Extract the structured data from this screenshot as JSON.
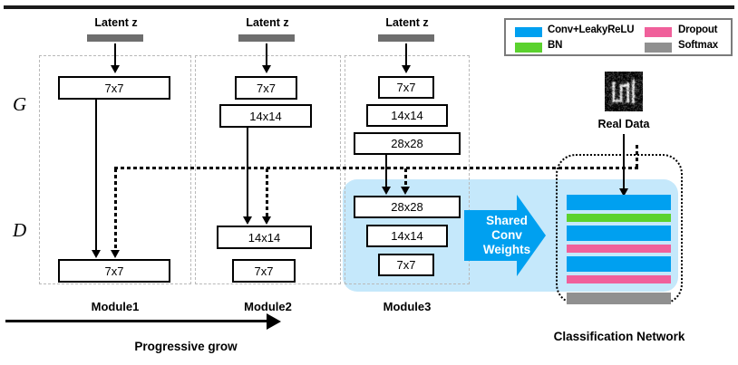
{
  "figure": {
    "title_rule": true
  },
  "legend": {
    "items": [
      {
        "label": "Conv+LeakyReLU",
        "color": "#00a0f0"
      },
      {
        "label": "Dropout",
        "color": "#f0609b"
      },
      {
        "label": "BN",
        "color": "#5bd22e"
      },
      {
        "label": "Softmax",
        "color": "#909090"
      }
    ]
  },
  "row_labels": {
    "generator": "G",
    "discriminator": "D"
  },
  "latent": {
    "label": "Latent z"
  },
  "modules": [
    {
      "name": "Module1",
      "generator_boxes": [
        "7x7"
      ],
      "discriminator_boxes": [
        "7x7"
      ]
    },
    {
      "name": "Module2",
      "generator_boxes": [
        "7x7",
        "14x14"
      ],
      "discriminator_boxes": [
        "14x14",
        "7x7"
      ]
    },
    {
      "name": "Module3",
      "generator_boxes": [
        "7x7",
        "14x14",
        "28x28"
      ],
      "discriminator_boxes": [
        "28x28",
        "14x14",
        "7x7"
      ]
    }
  ],
  "shared_arrow": {
    "lines": [
      "Shared",
      "Conv",
      "Weights"
    ],
    "color": "#00a0f0"
  },
  "real_data": {
    "label": "Real Data"
  },
  "classification_network": {
    "title": "Classification Network",
    "layers": [
      {
        "type": "Conv+LeakyReLU",
        "color": "#00a0f0",
        "thickness": "thick"
      },
      {
        "type": "BN",
        "color": "#5bd22e",
        "thickness": "thin"
      },
      {
        "type": "Conv+LeakyReLU",
        "color": "#00a0f0",
        "thickness": "thick"
      },
      {
        "type": "Dropout",
        "color": "#f0609b",
        "thickness": "thin"
      },
      {
        "type": "Conv+LeakyReLU",
        "color": "#00a0f0",
        "thickness": "thick"
      },
      {
        "type": "Dropout",
        "color": "#f0609b",
        "thickness": "thin"
      },
      {
        "type": "Softmax",
        "color": "#909090",
        "thickness": "thick"
      }
    ]
  },
  "progressive": {
    "label": "Progressive grow"
  }
}
